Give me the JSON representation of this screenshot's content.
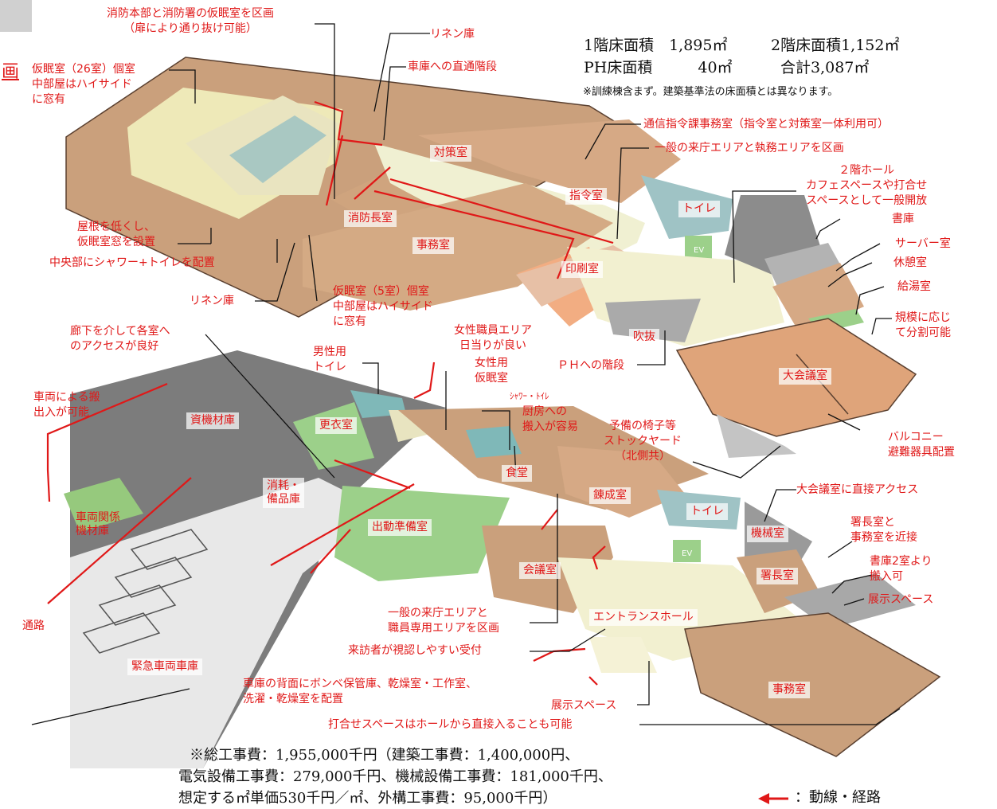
{
  "area_summary": {
    "line1_a": "1階床面積　1,895㎡",
    "line1_b": "2階床面積1,152㎡",
    "line2_a": "PH床面積　　　40㎡",
    "line2_b": "合計3,087㎡",
    "note": "※訓練棟含まず。建築基準法の床面積とは異なります。"
  },
  "cost_note": {
    "line1": "※総工事費：1,955,000千円（建築工事費：1,400,000円、",
    "line2": "電気設備工事費：279,000千円、機械設備工事費：181,000千円、",
    "line3": "想定する㎡単価530千円／㎡、外構工事費：95,000千円）"
  },
  "legend": {
    "label": "：動線・経路"
  },
  "fragments": {
    "left_top": "画"
  },
  "room_labels": {
    "taisaku": "対策室",
    "shirei": "指令室",
    "toilet_2f": "トイレ",
    "ev_2f": "EV",
    "shobocho": "消防長室",
    "jimu_2f": "事務室",
    "insatsu": "印刷室",
    "fukinuke": "吹抜",
    "daikaigi": "大会議室",
    "shikizai": "資機材庫",
    "koui": "更衣室",
    "shomo": "消耗・\n備品庫",
    "shokudo": "食堂",
    "rensei": "錬成室",
    "toilet_1f": "トイレ",
    "sharyo": "車両関係\n機材庫",
    "shutsudo": "出動準備室",
    "kaigi": "会議室",
    "ev_1f": "EV",
    "kikai": "機械室",
    "shocho": "署長室",
    "entrance": "エントランスホール",
    "kinkyu": "緊急車両車庫",
    "jimu_1f": "事務室"
  },
  "annotations": {
    "suimin_kukaku": "消防本部と消防署の仮眠室を区画\n（扉により通り抜け可能）",
    "linen_top": "リネン庫",
    "shako_kaidan": "車庫への直通階段",
    "kamin26": "仮眠室（26室）個室\n中部屋はハイサイド\nに窓有",
    "tsushin": "通信指令課事務室（指令室と対策室一体利用可）",
    "raicho_2f": "一般の来庁エリアと執務エリアを区画",
    "hall_2f": "２階ホール\nカフェスペースや打合せ\nスペースとして一般開放",
    "shoko": "書庫",
    "server": "サーバー室",
    "kyukei": "休憩室",
    "kyuto": "給湯室",
    "bunkatsu": "規模に応じ\nて分割可能",
    "yane": "屋根を低くし、\n仮眠室窓を設置",
    "shower": "中央部にシャワー+トイレを配置",
    "linen_bottom": "リネン庫",
    "kamin5": "仮眠室（5室）個室\n中部屋はハイサイド\nに窓有",
    "joshi_area": "女性職員エリア\n日当りが良い",
    "ph_kaidan": "ＰＨへの階段",
    "roka": "廊下を介して各室へ\nのアクセスが良好",
    "dansei": "男性用\nトイレ",
    "josei_kamin": "女性用\n仮眠室",
    "shower_toilet": "ｼｬﾜｰ・ﾄｲﾚ",
    "chubo": "厨房への\n搬入が容易",
    "yobi": "予備の椅子等\nストックヤード\n（北側共）",
    "balcony": "バルコニー\n避難器具配置",
    "sharyo_hanshutsu": "車両による搬\n出入が可能",
    "daikaigi_access": "大会議室に直接アクセス",
    "shocho_kinsetsu": "署長室と\n事務室を近接",
    "shoko2": "書庫2室より\n搬入可",
    "tenji_right": "展示スペース",
    "tsuro": "通路",
    "raicho_1f": "一般の来庁エリアと\n職員専用エリアを区画",
    "uketsuke": "来訪者が視認しやすい受付",
    "bonbe": "車庫の背面にボンベ保管庫、乾燥室・工作室、\n洗濯・乾燥室を配置",
    "tenji_bottom": "展示スペース",
    "uchiawase": "打合せスペースはホールから直接入ることも可能"
  }
}
